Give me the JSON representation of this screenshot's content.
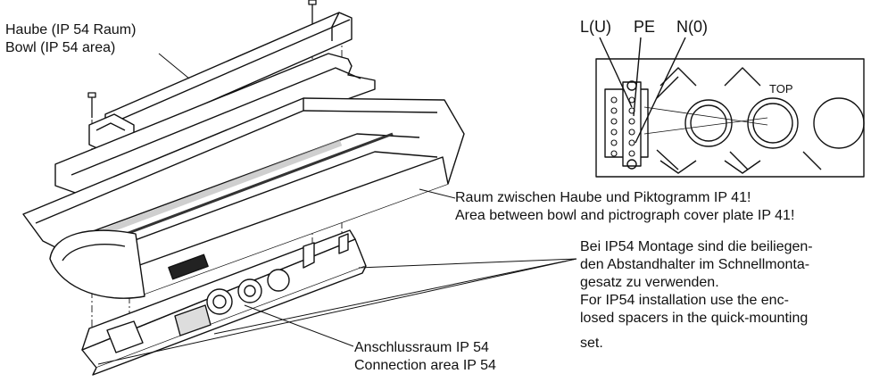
{
  "labels": {
    "bowl": [
      "Haube (IP 54 Raum)",
      "Bowl (IP 54 area)"
    ],
    "space": [
      "Raum zwischen Haube und Piktogramm IP 41!",
      "Area between bowl and pictrograph cover plate IP 41!"
    ],
    "ip54_note": [
      "Bei IP54 Montage sind die beiliegen-",
      "den Abstandhalter im Schnellmonta-",
      "gesatz zu verwenden.",
      "For IP54 installation use the enc-",
      "losed spacers in the quick-mounting",
      "set."
    ],
    "connection": [
      "Anschlussraum IP 54",
      "Connection area IP 54"
    ]
  },
  "terminals": {
    "l": "L(U)",
    "pe": "PE",
    "n": "N(0)"
  },
  "plate_text": "TOP"
}
